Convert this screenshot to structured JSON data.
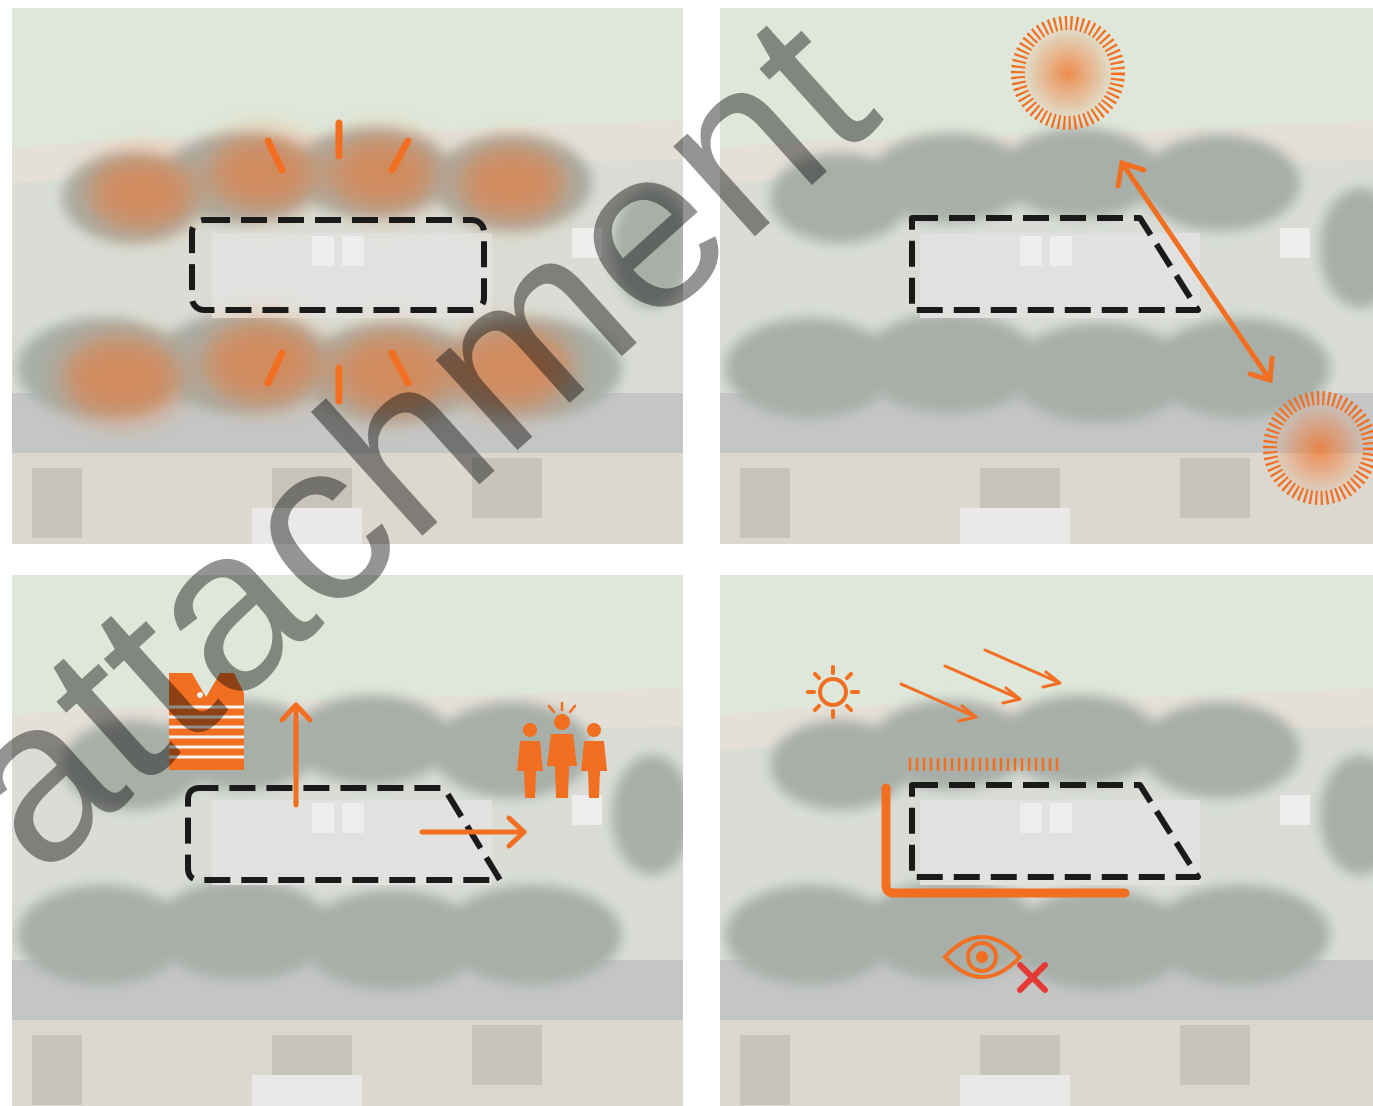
{
  "watermark": {
    "text": "attachment"
  },
  "colors": {
    "accent": "#f26f21",
    "warning_red": "#e53935",
    "outline": "#1a1a1a",
    "grass": "#dfe6d8",
    "tree": "#9aa39b",
    "road": "#bdc0c0",
    "lot": "#d8d9d6"
  },
  "panels": [
    {
      "id": "tree-canopy",
      "icons": [
        "glow-icon",
        "canopy-highlight-icon"
      ]
    },
    {
      "id": "sun-path",
      "icons": [
        "sun-icon",
        "double-arrow-icon"
      ]
    },
    {
      "id": "workers-and-public",
      "icons": [
        "safety-vest-icon",
        "arrow-up-icon",
        "arrow-right-icon",
        "people-group-icon"
      ]
    },
    {
      "id": "sun-and-screening",
      "icons": [
        "small-sun-icon",
        "sun-rays-icon",
        "eye-crossed-icon"
      ]
    }
  ]
}
